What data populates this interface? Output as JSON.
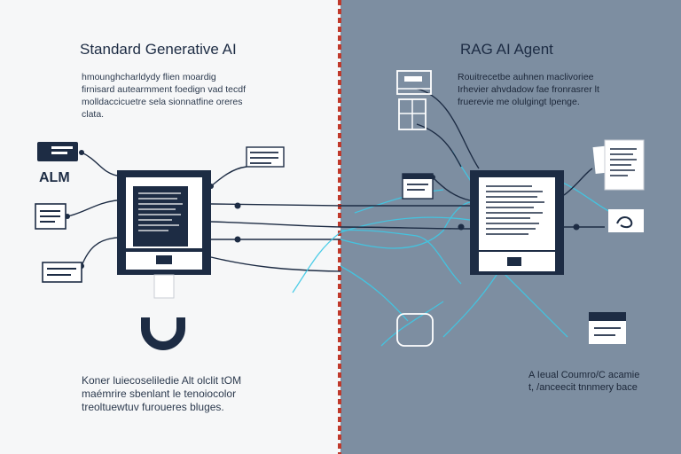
{
  "left": {
    "title": "Standard Generative AI",
    "description": "hmounghcharldydy flien moardig firnisard autearmment foedign vad tecdf molldaccicuetre sela sionnatfine oreres clata.",
    "model_label": "ALM",
    "caption": "Koner luiecoseliledie Alt olclit tOM maémrire sbenlant le tenoiocolor treoltuewtuv furoueres bluges."
  },
  "right": {
    "title": "RAG AI Agent",
    "description": "Rouitrecetbe auhnen maclivoriee Irhevier ahvdadow fae fronrasrer lt fruerevie me olulgingt lpenge.",
    "caption": "A Ieual Coumro/C acamie t, /anceecit tnnmery bace"
  },
  "colors": {
    "left_bg": "#f6f7f8",
    "right_bg": "#7d8ea1",
    "divider": "#c0392b",
    "navy": "#1d2c44",
    "cyan": "#3ec9e6"
  },
  "icons": [
    "document-icon",
    "screen-icon",
    "magnet-icon",
    "chat-icon",
    "database-icon"
  ]
}
